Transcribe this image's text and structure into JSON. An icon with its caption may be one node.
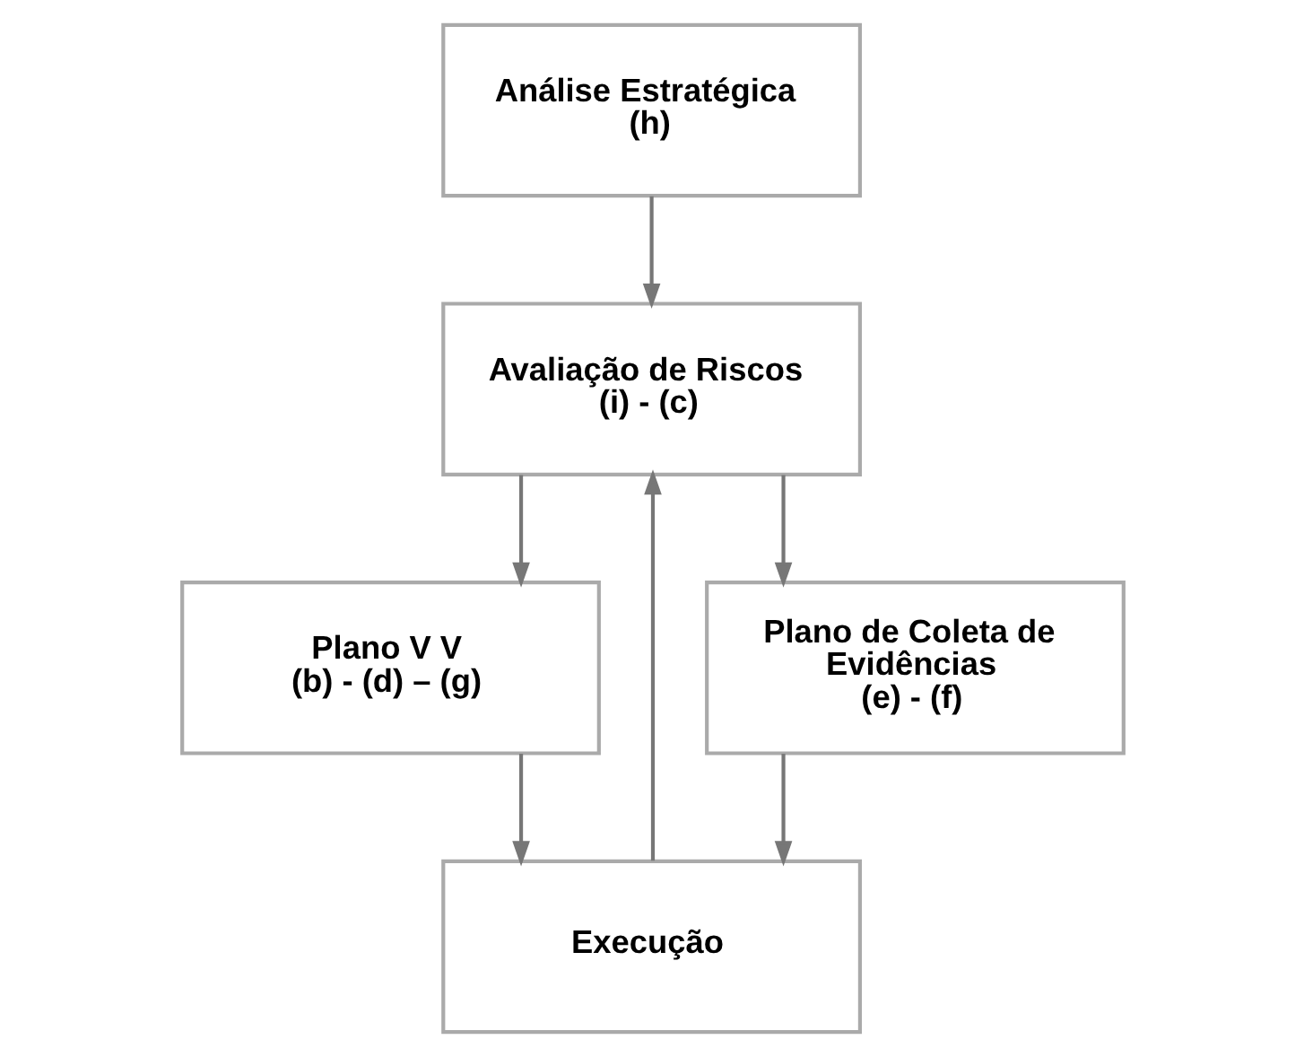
{
  "diagram": {
    "nodes": [
      {
        "text": [
          "Análise Estratégica",
          "(h)"
        ]
      },
      {
        "text": [
          "Avaliação de Riscos",
          "(i) - (c)"
        ]
      },
      {
        "text": [
          "Plano V V",
          "(b) - (d) – (g)"
        ]
      },
      {
        "text": [
          "Plano de Coleta de Evidências",
          "(e) - (f)"
        ]
      },
      {
        "text": [
          "Execução"
        ]
      }
    ],
    "edges": [
      {
        "from": 0,
        "to": 1,
        "arrow": "to"
      },
      {
        "from": 1,
        "to": 2,
        "arrow": "to"
      },
      {
        "from": 1,
        "to": 3,
        "arrow": "to"
      },
      {
        "from": 2,
        "to": 4,
        "arrow": "to"
      },
      {
        "from": 3,
        "to": 4,
        "arrow": "to"
      },
      {
        "from": 4,
        "to": 1,
        "arrow": "to"
      }
    ]
  }
}
